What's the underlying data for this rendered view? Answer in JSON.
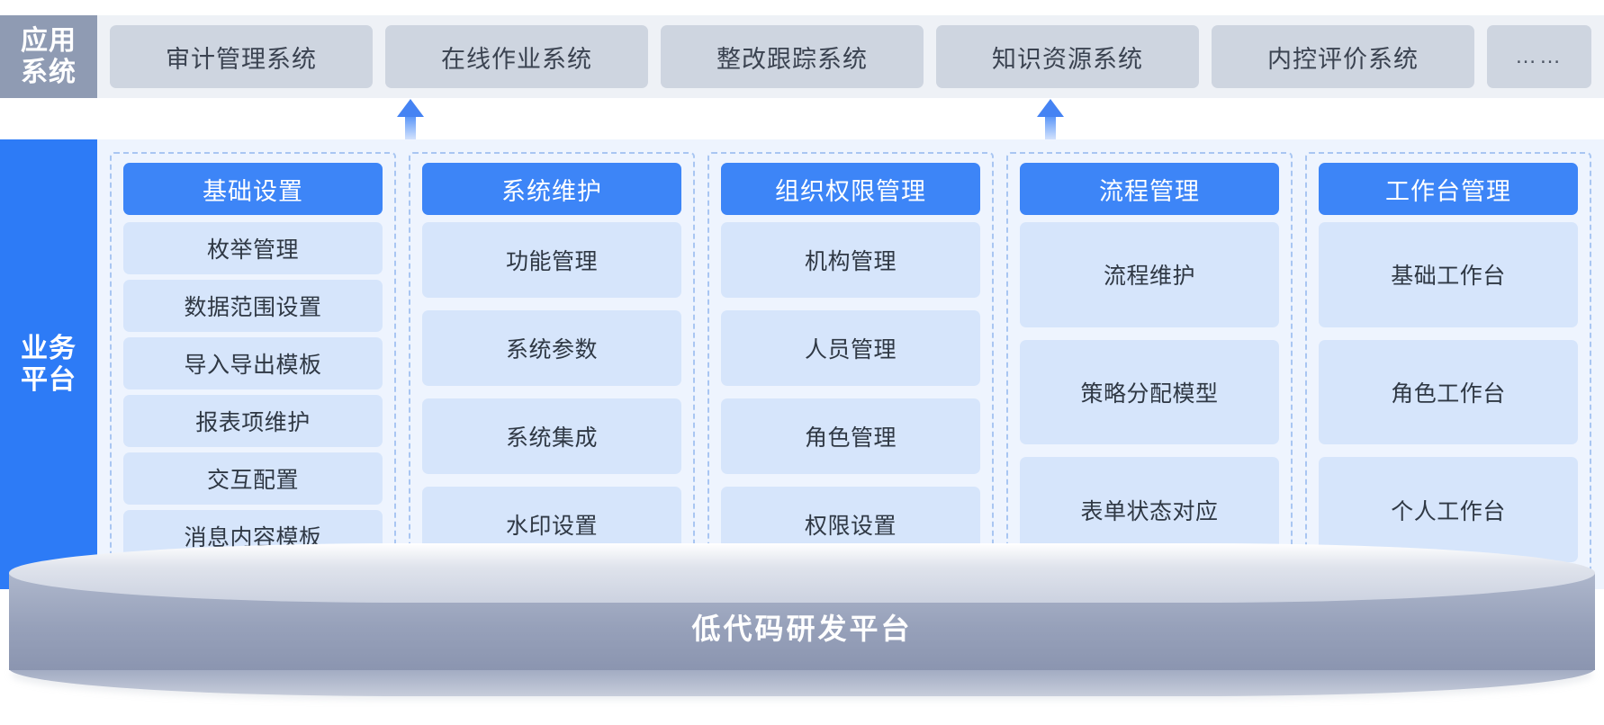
{
  "application_layer": {
    "label_lines": [
      "应用",
      "系统"
    ],
    "systems": [
      {
        "name": "审计管理系统"
      },
      {
        "name": "在线作业系统"
      },
      {
        "name": "整改跟踪系统"
      },
      {
        "name": "知识资源系统"
      },
      {
        "name": "内控评价系统"
      },
      {
        "name": "……"
      }
    ]
  },
  "business_platform": {
    "label_lines": [
      "业务",
      "平台"
    ],
    "columns": [
      {
        "title": "基础设置",
        "items": [
          "枚举管理",
          "数据范围设置",
          "导入导出模板",
          "报表项维护",
          "交互配置",
          "消息内容模板"
        ]
      },
      {
        "title": "系统维护",
        "items": [
          "功能管理",
          "系统参数",
          "系统集成",
          "水印设置"
        ]
      },
      {
        "title": "组织权限管理",
        "items": [
          "机构管理",
          "人员管理",
          "角色管理",
          "权限设置"
        ]
      },
      {
        "title": "流程管理",
        "items": [
          "流程维护",
          "策略分配模型",
          "表单状态对应"
        ]
      },
      {
        "title": "工作台管理",
        "items": [
          "基础工作台",
          "角色工作台",
          "个人工作台"
        ]
      }
    ]
  },
  "foundation": {
    "label": "低代码研发平台"
  },
  "colors": {
    "app_label_bg": "#8f9bb3",
    "app_strip_bg": "#eef1f6",
    "app_card_bg": "#ced5e0",
    "biz_label_bg": "#2d7bf6",
    "biz_strip_bg": "#eef4fe",
    "col_head_bg": "#3d85f7",
    "item_bg": "#d6e5fb",
    "dashed_border": "#a9c6f2",
    "arrow": "#4583f3",
    "platform_body": "#97a1ba"
  }
}
